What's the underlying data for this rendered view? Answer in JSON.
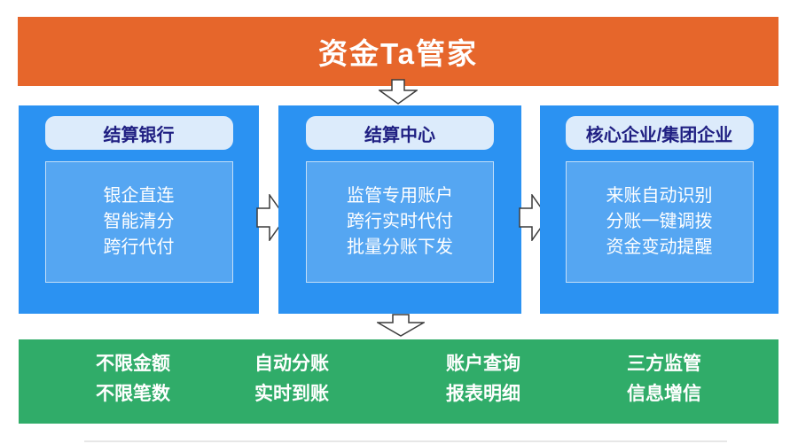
{
  "title": "资金Ta管家",
  "columns": [
    {
      "header": "结算银行",
      "items": [
        "银企直连",
        "智能清分",
        "跨行代付"
      ]
    },
    {
      "header": "结算中心",
      "items": [
        "监管专用账户",
        "跨行实时代付",
        "批量分账下发"
      ]
    },
    {
      "header": "核心企业/集团企业",
      "items": [
        "来账自动识别",
        "分账一键调拨",
        "资金变动提醒"
      ]
    }
  ],
  "features": [
    [
      "不限金额",
      "不限笔数"
    ],
    [
      "自动分账",
      "实时到账"
    ],
    [
      "账户查询",
      "报表明细"
    ],
    [
      "三方监管",
      "信息增信"
    ]
  ],
  "colors": {
    "banner_orange": "#E6662B",
    "box_blue": "#2B92F2",
    "inner_blue": "#55A6F2",
    "pill_bg": "#DCEBFB",
    "pill_text": "#1F1F82",
    "features_green": "#30AC69",
    "arrow_fill": "#FFFFFF",
    "arrow_outline": "#3C3C3C"
  }
}
